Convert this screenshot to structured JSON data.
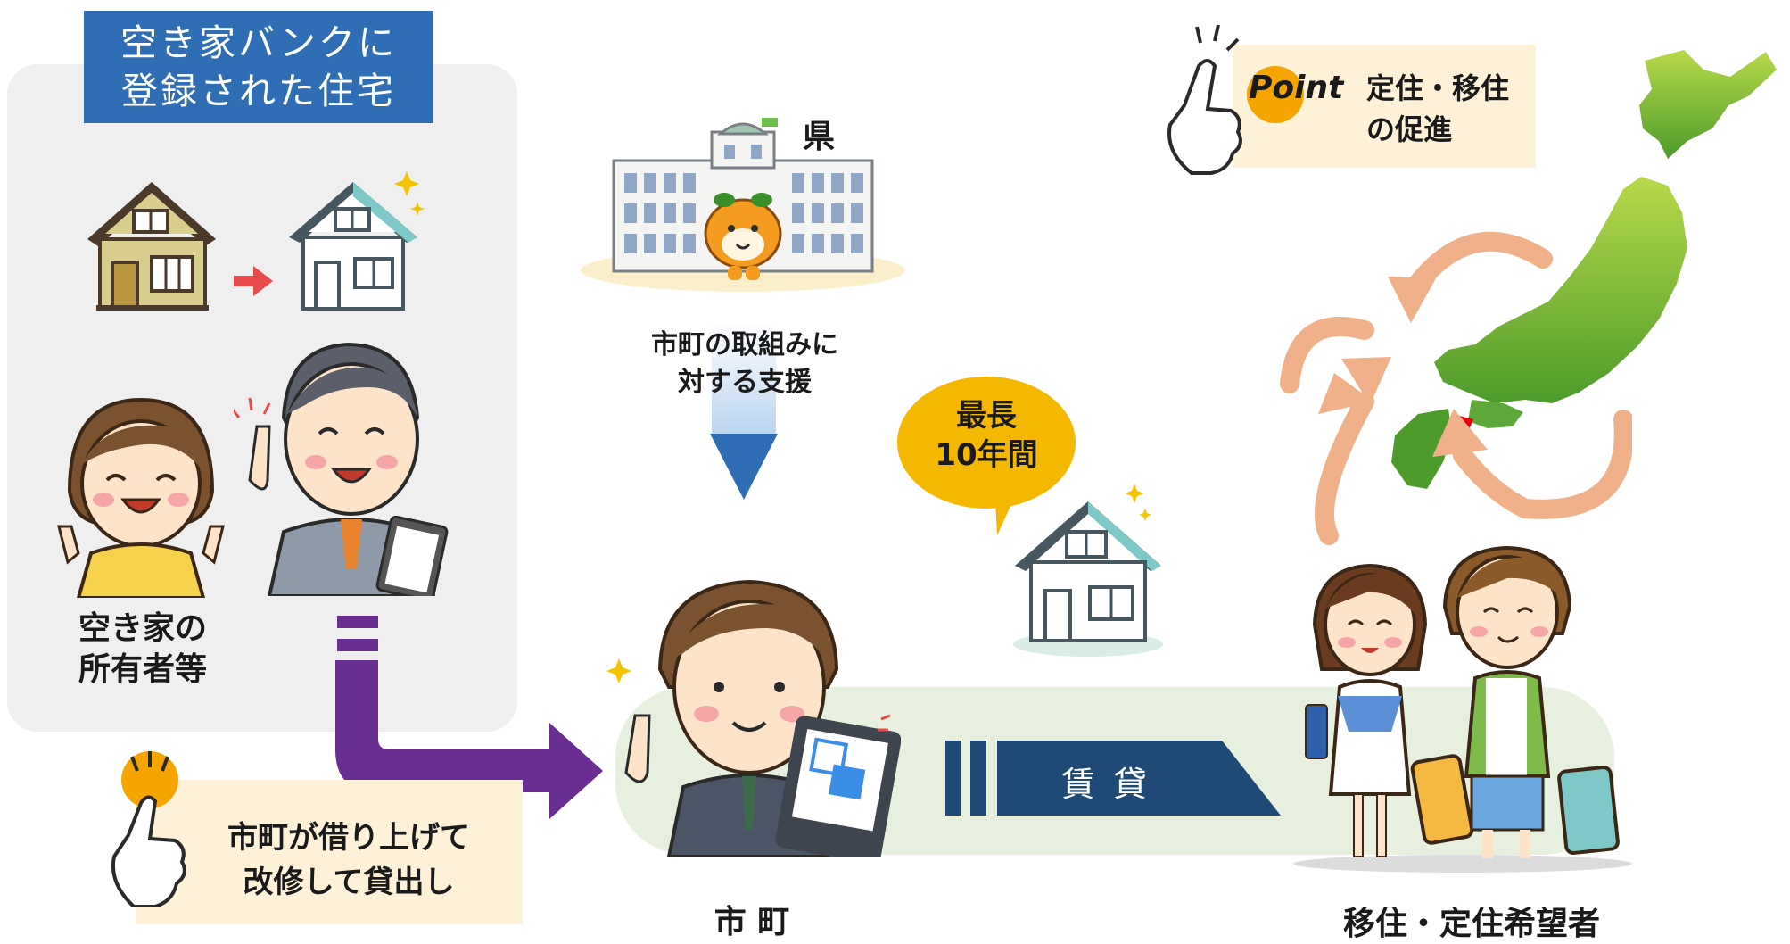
{
  "title_box": {
    "line1": "空き家バンクに",
    "line2": "登録された住宅"
  },
  "owner": {
    "line1": "空き家の",
    "line2": "所有者等"
  },
  "prefecture": {
    "label": "県",
    "support_line1": "市町の取組みに",
    "support_line2": "対する支援"
  },
  "term": {
    "line1": "最長",
    "line2": "10年間"
  },
  "rental": {
    "label": "賃 貸"
  },
  "municipality": {
    "label": "市 町"
  },
  "point_box": {
    "badge": "Point",
    "line1": "定住・移住",
    "line2": "の促進"
  },
  "lease_box": {
    "line1": "市町が借り上げて",
    "line2": "改修して貸出し"
  },
  "migrants": {
    "label": "移住・定住希望者"
  },
  "colors": {
    "title_blue": "#2f6db5",
    "purple": "#6a2d91",
    "navy": "#1e4a75",
    "peach": "#f0b089",
    "gold": "#f5b800",
    "green_band": "#e7f0de",
    "note_bg": "#fdf2d8"
  }
}
